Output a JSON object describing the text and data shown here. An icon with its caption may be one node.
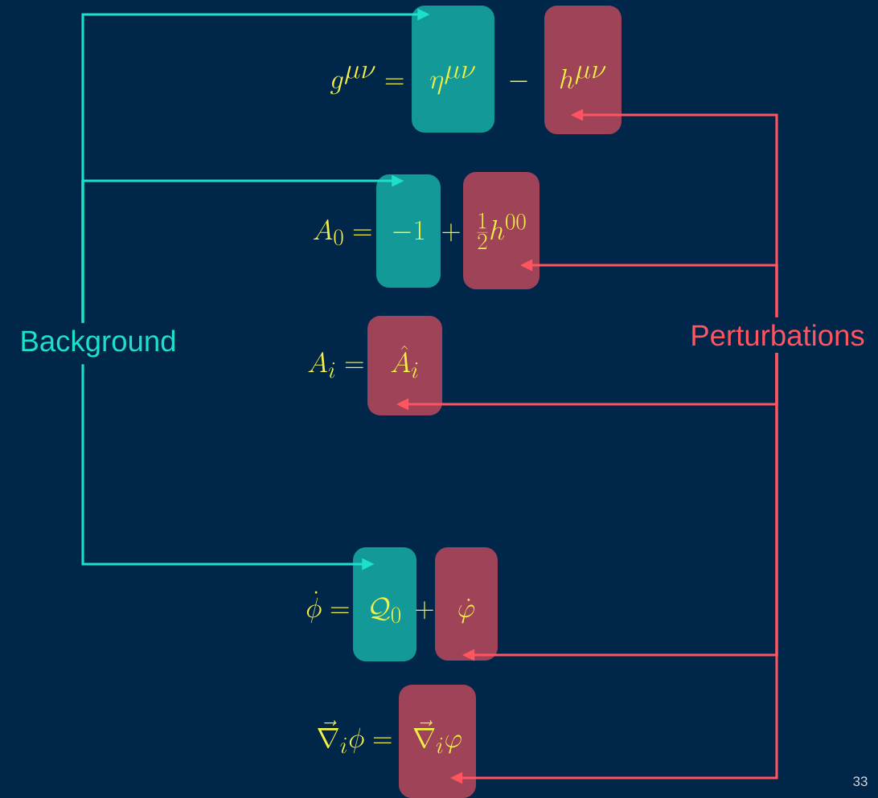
{
  "diagram": {
    "nodes": [
      {
        "text": [
          "Background"
        ]
      },
      {
        "text": [
          "Perturbations"
        ]
      },
      {
        "text": [
          "\\eta^{\\mu\\nu}"
        ]
      },
      {
        "text": [
          "h^{\\mu\\nu}"
        ]
      },
      {
        "text": [
          "-1"
        ]
      },
      {
        "text": [
          "\\frac{1}{2}h^{00}"
        ]
      },
      {
        "text": [
          "\\hat{A}_i"
        ]
      },
      {
        "text": [
          "\\mathcal{Q}_0"
        ]
      },
      {
        "text": [
          "\\dot{\\varphi}"
        ]
      },
      {
        "text": [
          "\\vec{\\nabla}_i\\varphi"
        ]
      }
    ],
    "edges": [
      {
        "from": 0,
        "to": 2,
        "arrow": "to",
        "color": "#1de0c8"
      },
      {
        "from": 0,
        "to": 4,
        "arrow": "to",
        "color": "#1de0c8"
      },
      {
        "from": 0,
        "to": 7,
        "arrow": "to",
        "color": "#1de0c8"
      },
      {
        "from": 1,
        "to": 3,
        "arrow": "to"
      },
      {
        "from": 1,
        "to": 5,
        "arrow": "to"
      },
      {
        "from": 1,
        "to": 6,
        "arrow": "to"
      },
      {
        "from": 1,
        "to": 8,
        "arrow": "to"
      },
      {
        "from": 1,
        "to": 9,
        "arrow": "to"
      }
    ],
    "labels": [
      "g^{\\mu\\nu} =",
      "-",
      "A_0 =",
      "+",
      "A_i =",
      "\\dot{\\phi} =",
      "+",
      "\\vec{\\nabla}_i\\phi =",
      "33"
    ]
  }
}
